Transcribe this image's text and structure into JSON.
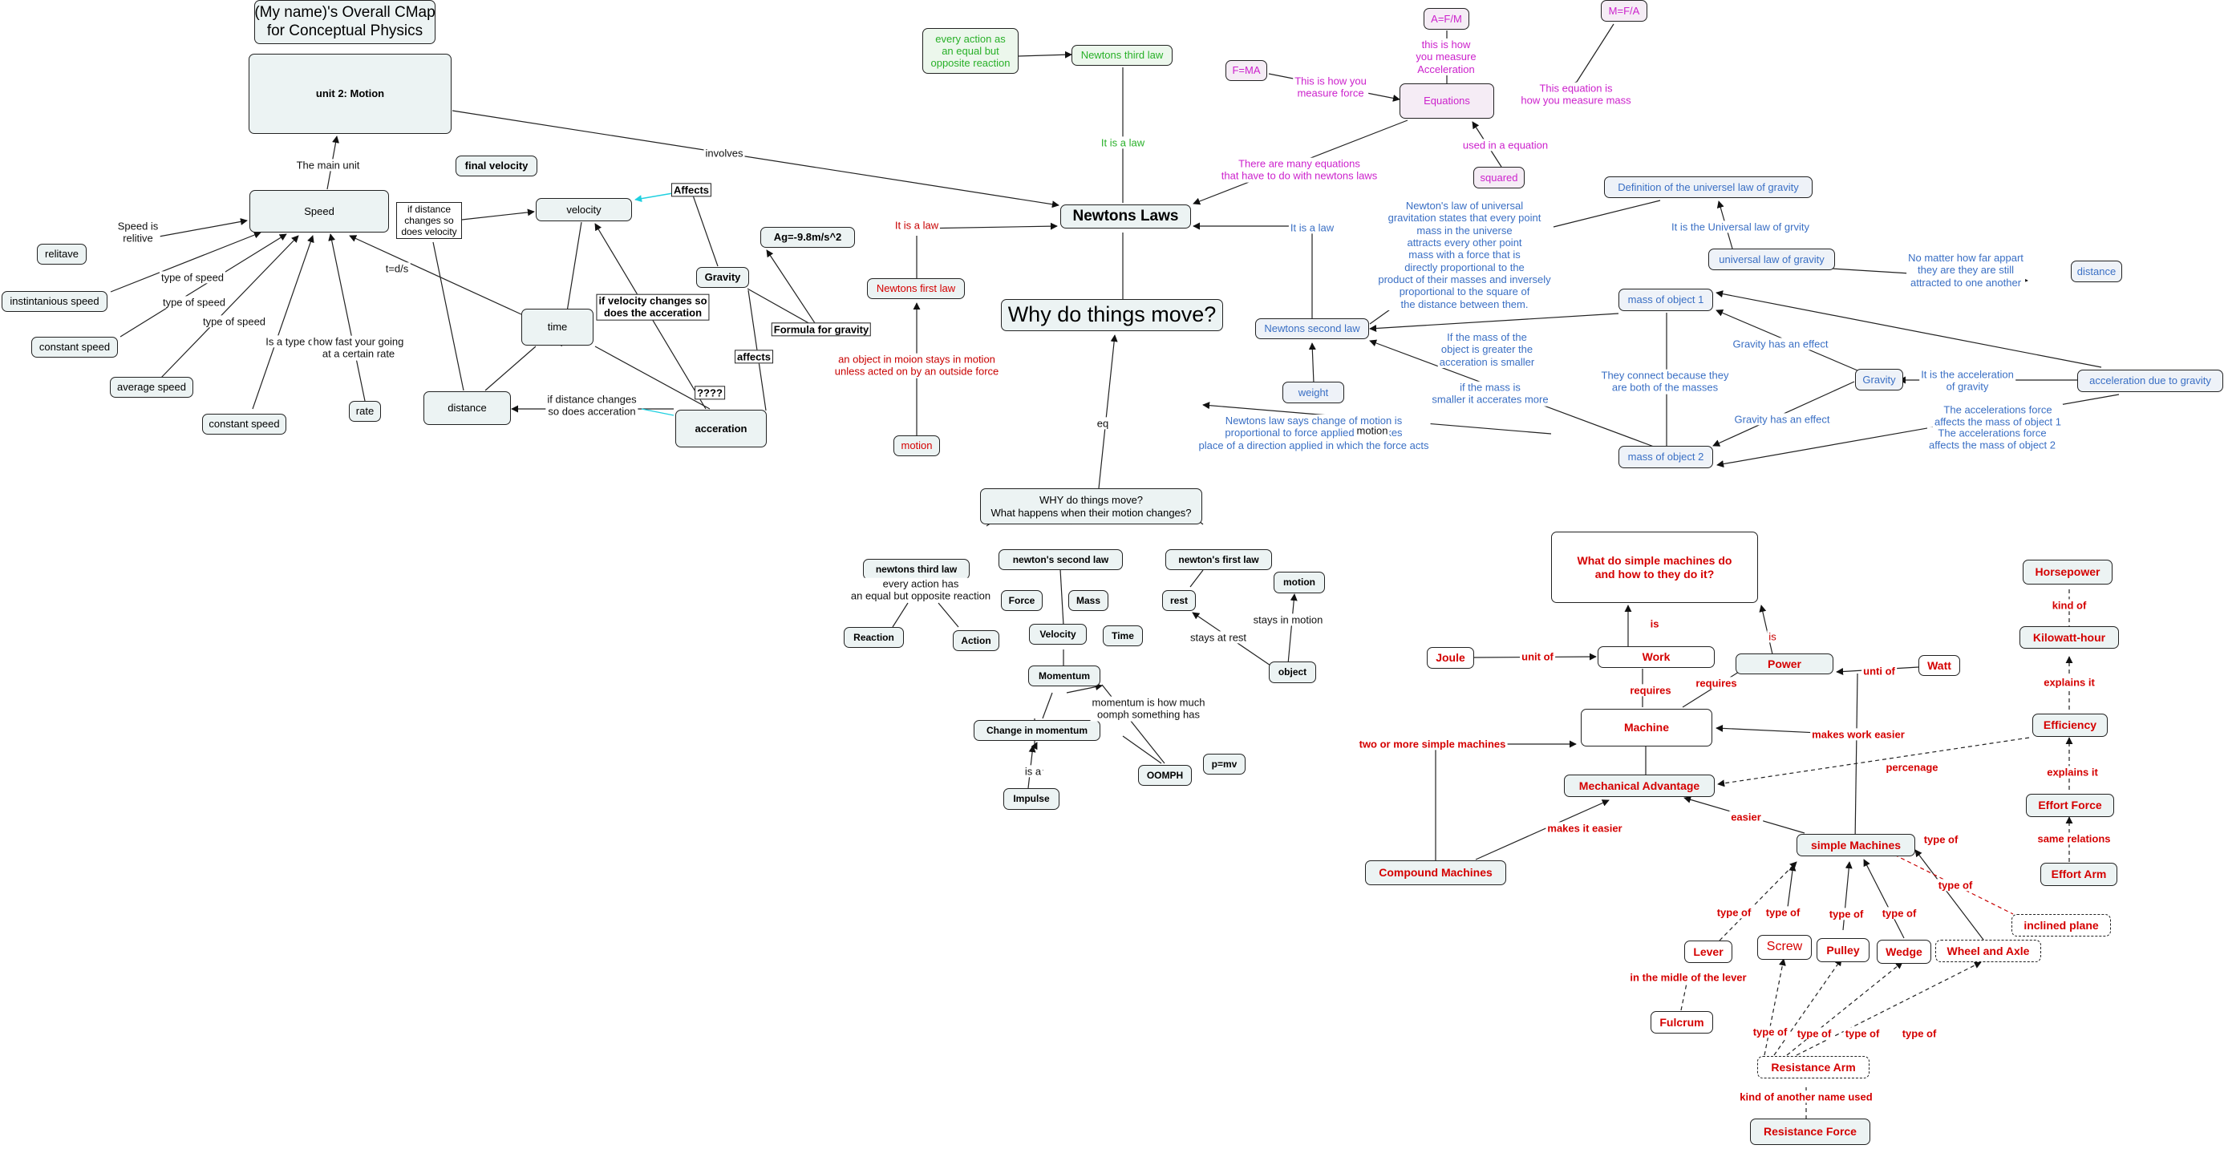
{
  "concepts": {
    "title": "(My name)'s Overall CMap\nfor Conceptual Physics",
    "unit2": "unit 2: Motion",
    "final_velocity": "final velocity",
    "speed": "Speed",
    "relitave": "relitave",
    "instintanious_speed": "instintanious speed",
    "constant_speed_1": "constant speed",
    "average_speed": "average speed",
    "constant_speed_2": "constant speed",
    "rate": "rate",
    "if_distance_changes_velocity": "if distance\nchanges so\ndoes velocity",
    "velocity": "velocity",
    "time": "time",
    "distance": "distance",
    "acceration": "acceration",
    "gravity_left": "Gravity",
    "ag": "Ag=-9.8m/s^2",
    "newtons_laws": "Newtons Laws",
    "why_move": "Why do things move?",
    "newtons_first_law_red": "Newtons first law",
    "motion_red": "motion",
    "every_action": "every action as\nan equal but\nopposite reaction",
    "newtons_third_law_green": "Newtons third law",
    "newtons_second_law_blue": "Newtons second law",
    "weight": "weight",
    "f_ma": "F=MA",
    "a_f_m": "A=F/M",
    "m_f_a": "M=F/A",
    "equations": "Equations",
    "squared": "squared",
    "def_universal": "Definition of the universel law of gravity",
    "universal_law": "universal law of gravity",
    "distance_blue": "distance",
    "mass1": "mass of object 1",
    "mass2": "mass of object 2",
    "gravity_blue": "Gravity",
    "accel_due_gravity": "acceleration due to gravity",
    "why_motion_changes": "WHY do things move?\nWhat happens when their motion changes?",
    "n3": "newtons third law",
    "n2": "newton's second law",
    "n1": "newton's first law",
    "reaction": "Reaction",
    "action": "Action",
    "force": "Force",
    "mass": "Mass",
    "velocity2": "Velocity",
    "time2": "Time",
    "momentum": "Momentum",
    "change_momentum": "Change in momentum",
    "impulse": "Impulse",
    "oomph": "OOMPH",
    "p_mv": "p=mv",
    "rest": "rest",
    "motion_b": "motion",
    "object": "object",
    "simple_machines_q": "What do simple machines do\nand how to they do it?",
    "joule": "Joule",
    "work": "Work",
    "power": "Power",
    "watt": "Watt",
    "machine": "Machine",
    "mech_adv": "Mechanical Advantage",
    "compound": "Compound Machines",
    "simple": "simple Machines",
    "lever": "Lever",
    "screw": "Screw",
    "pulley": "Pulley",
    "wedge": "Wedge",
    "wheel_axle": "Wheel and Axle",
    "inclined": "inclined plane",
    "fulcrum": "Fulcrum",
    "resistance_arm": "Resistance Arm",
    "resistance_force": "Resistance Force",
    "horsepower": "Horsepower",
    "kilowatt": "Kilowatt-hour",
    "efficiency": "Efficiency",
    "effort_force": "Effort Force",
    "effort_arm": "Effort Arm"
  },
  "links": {
    "the_main_unit": "The main unit",
    "involves": "involves",
    "speed_is_relitive": "Speed is\nrelitive",
    "type_of_speed_1": "type of speed",
    "type_of_speed_2": "type of speed",
    "type_of_speed_3": "type of speed",
    "is_a_type_of": "Is a type of",
    "how_fast": "how fast your going\nat a certain rate",
    "t_d_s": "t=d/s",
    "affects_top": "Affects",
    "if_velocity_changes": "if velocity changes so\ndoes the acceration",
    "if_distance_changes_acc": "if distance changes\nso does acceration",
    "qqq": "????",
    "formula_gravity": "Formula for gravity",
    "affects_bottom": "affects",
    "it_is_a_law_red": "It is a law",
    "object_stays": "an object in moion stays in motion\nunless acted on by an outside force",
    "it_is_a_law_green": "It is a law",
    "it_is_a_law_blue": "It is a law",
    "eq": "eq",
    "many_equations": "There are many equations\nthat have to do with newtons laws",
    "how_measure_force": "This is how you\nmeasure force",
    "how_measure_accel": "this is how\nyou measure\nAcceleration",
    "how_measure_mass": "This equation is\nhow you measure mass",
    "used_in_equation": "used in a equation",
    "universal_def_text": "Newton's law of universal\ngravitation states that every point\nmass in the universe\nattracts every other point\nmass with a force that is\ndirectly proportional to the\nproduct of their masses and inversely\nproportional to the square of\nthe distance between them.",
    "universal_law_grvity": "It is the Universal law of grvity",
    "no_matter_how_far": "No matter how far appart\nthey are they are still\nattracted to one another",
    "if_mass_greater": "If the mass of the\nobject is greater the\nacceration is smaller",
    "if_mass_smaller": "if the mass is\nsmaller it accerates more",
    "connect_masses": "They connect because they\nare both of the masses",
    "gravity_effect_1": "Gravity has an effect",
    "gravity_effect_2": "Gravity has an effect",
    "it_is_accel_gravity": "It is the acceleration\nof gravity",
    "affects_mass1": "The accelerations force\naffects the mass of object 1",
    "affects_mass2": "The accelerations force\naffects the mass of object 2",
    "second_law_change": "Newtons law says change of motion is\nproportional to force applied and takes\nplace of a direction applied in which the force acts",
    "motion_link": "motion",
    "every_action_equal": "every action has\nan equal but opposite reaction",
    "momentum_oomph": "momentum is how much\noomph something has",
    "is_a": "is a",
    "stays_at_rest": "stays at rest",
    "stays_in_motion": "stays in motion",
    "is_1": "is",
    "is_2": "is",
    "unit_of": "unit of",
    "unti_of": "unti of",
    "requires_1": "requires",
    "requires_2": "requires",
    "makes_work_easier": "makes work easier",
    "two_or_more": "two or more simple machines",
    "percenage": "percenage",
    "makes_it_easier": "makes it easier",
    "easier": "easier",
    "type_of_si": "type of",
    "type_of_w": "type of",
    "type_of_l": "type of",
    "type_of_s": "type of",
    "type_of_p": "type of",
    "type_of_we": "type of",
    "in_middle_lever": "in the midle of the lever",
    "type_of_r1": "type of",
    "type_of_r2": "type of",
    "type_of_r3": "type of",
    "type_of_r4": "type of",
    "kind_another_name": "kind of another name used",
    "kind_of": "kind of",
    "explains_it_1": "explains it",
    "explains_it_2": "explains it",
    "same_relations": "same relations"
  },
  "colors": {
    "node_fill": "#ecf3f3",
    "green": "#28b028",
    "magenta": "#cc22cc",
    "blue": "#3a6fc4",
    "red": "#d40000",
    "cyan_link": "#20d0e0"
  }
}
